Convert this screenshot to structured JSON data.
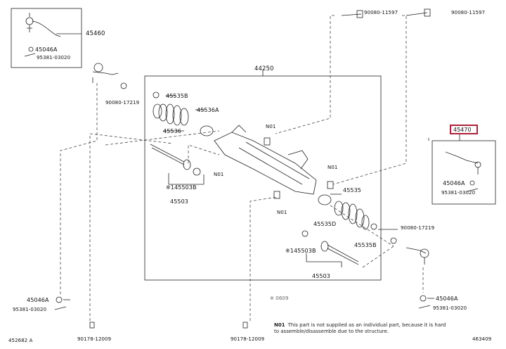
{
  "parts": {
    "p45460": "45460",
    "p45046A_tl": "45046A",
    "p95381_tl": "95381-03020",
    "p90080_11597_a": "90080-11597",
    "p90080_11597_b": "90080-11597",
    "p44250": "44250",
    "p45535B_a": "45535B",
    "p90080_17219_a": "90080-17219",
    "p45536A": "45536A",
    "p45536": "45536",
    "p45503B_a": "※145503B",
    "p45503_a": "45503",
    "p45470": "45470",
    "p45046A_r": "45046A",
    "p95381_r": "95381-03020",
    "p45535": "45535",
    "p45535D": "45535D",
    "p90080_17219_b": "90080-17219",
    "p45535B_b": "45535B",
    "p45503B_b": "※145503B",
    "p45503_b": "45503",
    "p45046A_bl": "45046A",
    "p95381_bl": "95381-03020",
    "p90178_12009_a": "90178-12009",
    "p90178_12009_b": "90178-12009",
    "p45046A_br": "45046A",
    "p95381_br": "95381-03020",
    "n01_a": "N01",
    "n01_b": "N01",
    "n01_c": "N01",
    "n01_d": "N01",
    "ref_mark": "※ 0609",
    "diag_id": "452682 A",
    "diag_id_r": "463409"
  },
  "note": {
    "tag": "N01",
    "text": "This part is not supplied as an individual part, because it is hard to assemble/disassemble due to the structure."
  }
}
